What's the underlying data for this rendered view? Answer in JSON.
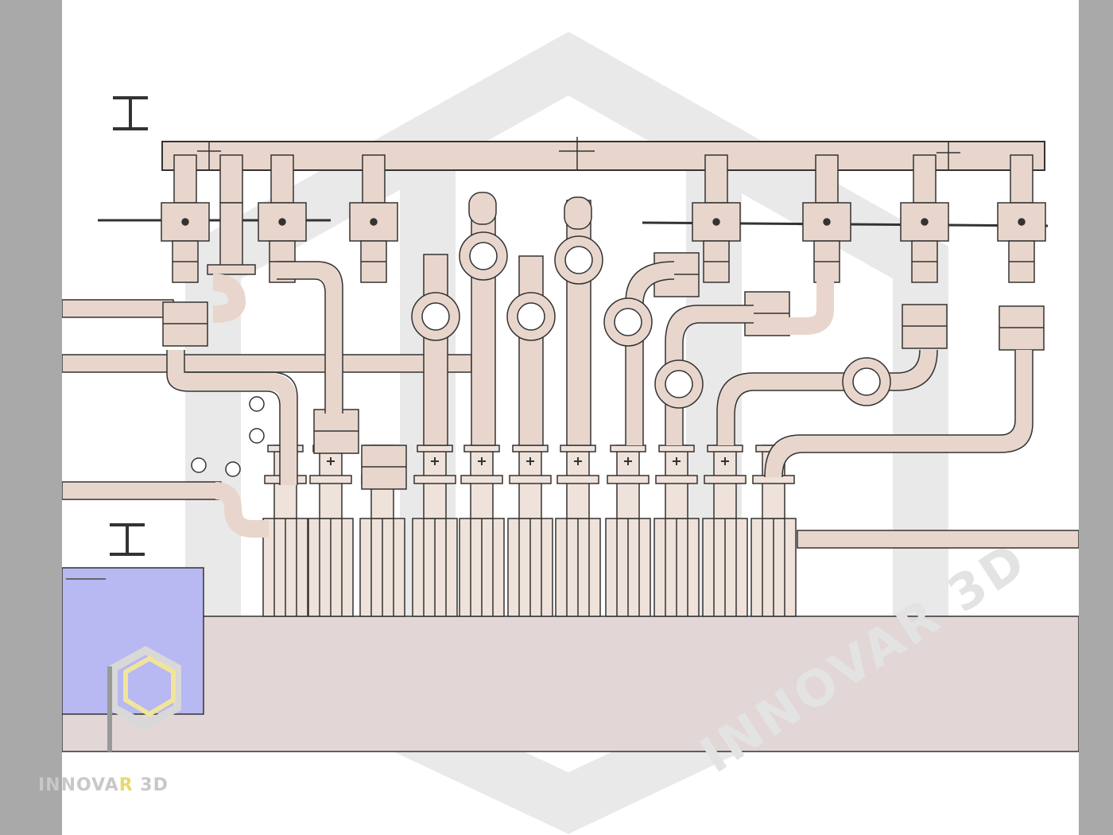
{
  "watermark": {
    "brand_prefix": "INNOVA",
    "brand_highlight": "R",
    "brand_suffix": " 3D",
    "brand_full": "INNOVAR 3D"
  },
  "icons": [
    "steel-i-beam-icon",
    "innovar-3d-logo-icon",
    "hexagon-watermark-icon"
  ],
  "colors": {
    "pipe_fill": "#e8d6cc",
    "pipe_stroke": "#3a3a3a",
    "floor_slab": "#e2d6d6",
    "equipment_block": "#b8b8f2",
    "watermark_gray": "#e6e6e6",
    "logo_yellow": "#e8d96a"
  }
}
